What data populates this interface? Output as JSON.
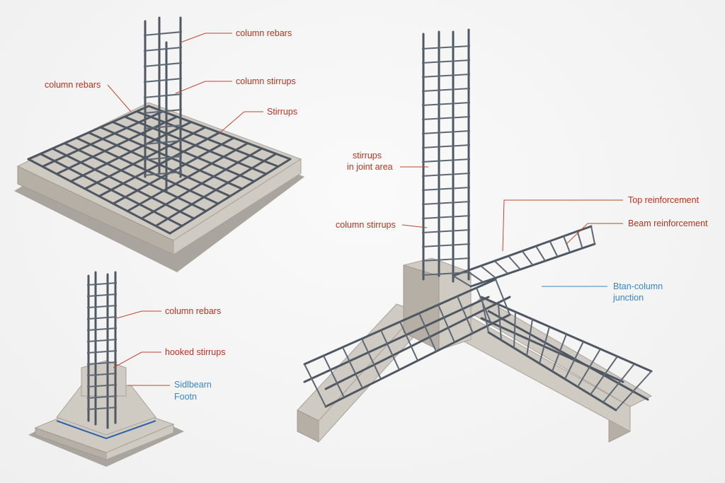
{
  "footing_mat": {
    "labels": {
      "column_rebars_top": "column rebars",
      "column_rebars_left": "column rebars",
      "column_stirrups": "column stirrups",
      "stirrups": "Stirrups"
    }
  },
  "isolated_footing": {
    "labels": {
      "column_rebars": "column rebars",
      "hooked_stirrups": "hooked stirrups",
      "footing_line1": "Sidlbearn",
      "footing_line2": "Footn"
    }
  },
  "beam_column_joint": {
    "labels": {
      "joint_stirrups_line1": "stirrups",
      "joint_stirrups_line2": "in joint area",
      "column_stirrups": "column stirrups",
      "top_reinforcement": "Top reinforcement",
      "beam_reinforcement": "Beam reinforcement",
      "junction_line1": "Btan-column",
      "junction_line2": "junction"
    }
  },
  "colors": {
    "label_red": "#b8321f",
    "label_blue": "#3a86c4",
    "steel": "#4f5862"
  }
}
